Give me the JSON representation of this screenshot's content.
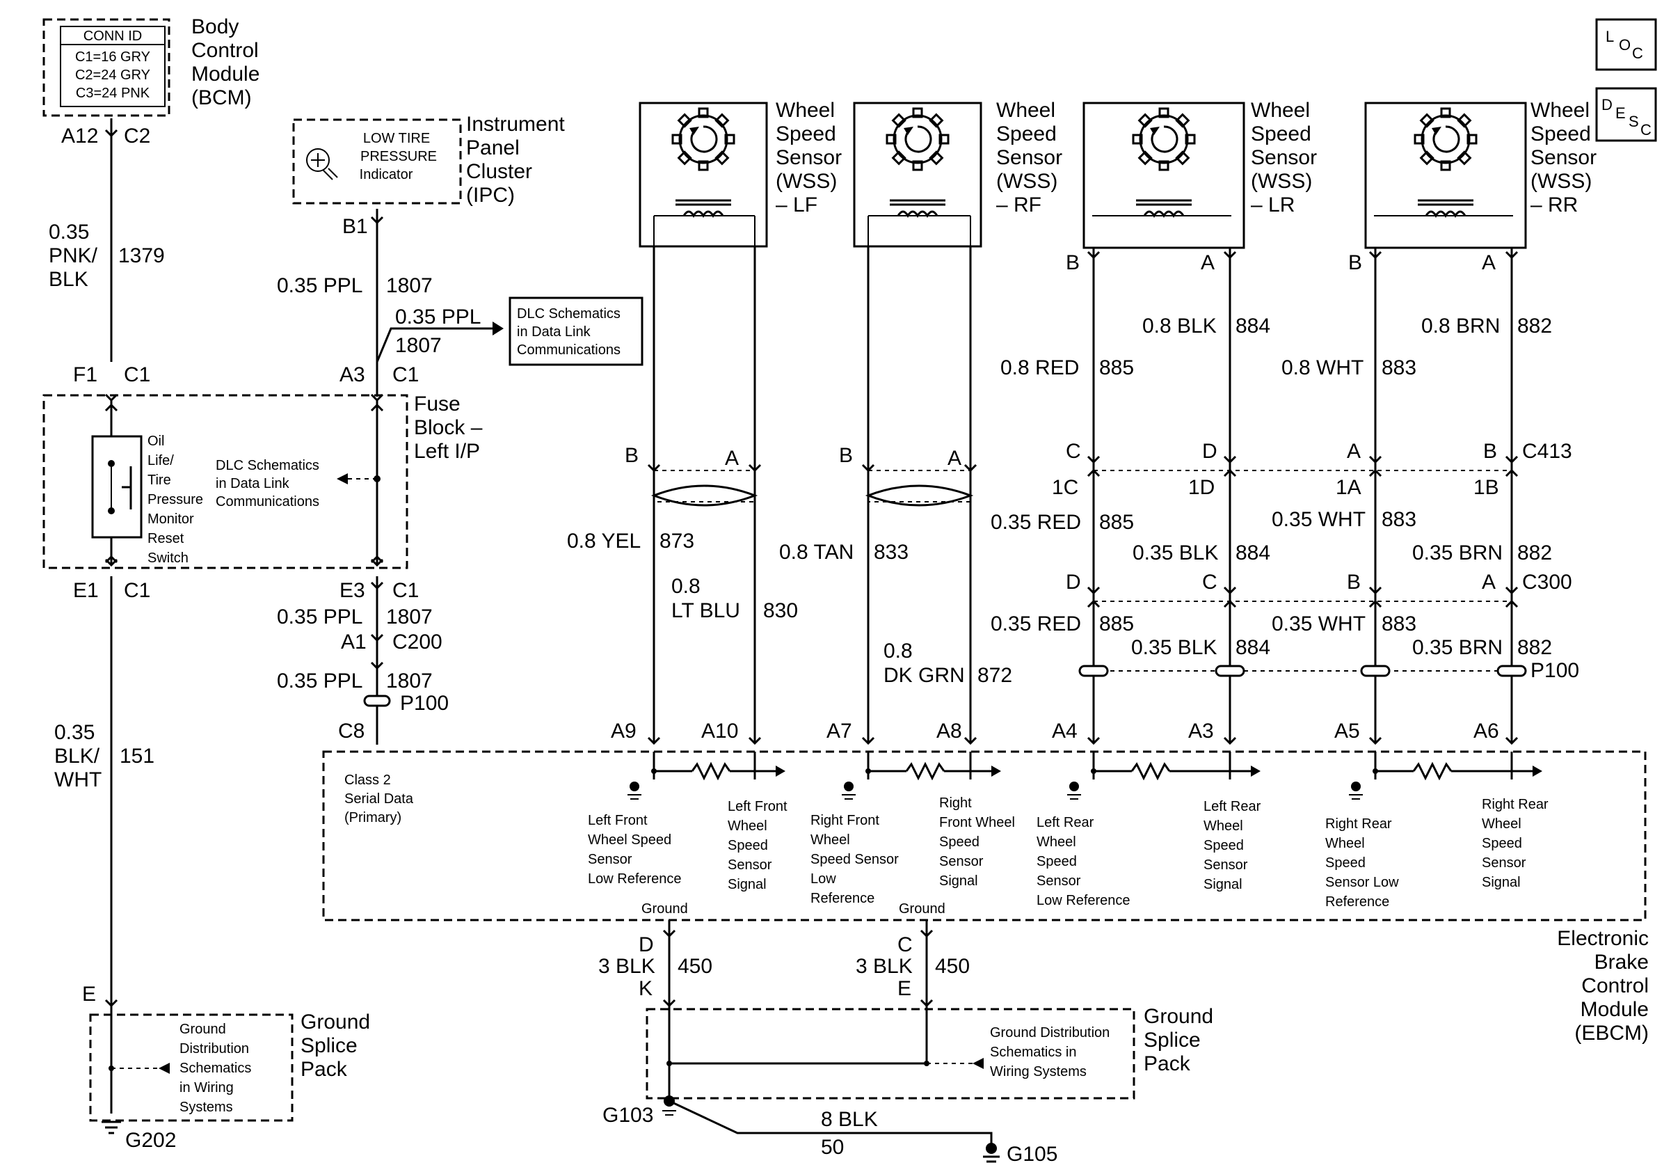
{
  "bcm": {
    "conn_id_title": "CONN ID",
    "conn_lines": [
      "C1=16 GRY",
      "C2=24 GRY",
      "C3=24 PNK"
    ],
    "name_lines": [
      "Body",
      "Control",
      "Module",
      "(BCM)"
    ],
    "pin_a12": "A12",
    "pin_c2": "C2"
  },
  "ipc": {
    "indicator_lines": [
      "LOW TIRE",
      "PRESSURE",
      "Indicator"
    ],
    "name_lines": [
      "Instrument",
      "Panel",
      "Cluster",
      "(IPC)"
    ],
    "pin_b1": "B1"
  },
  "loc_badge": {
    "big": "L",
    "mid": "O",
    "small": "C"
  },
  "desc_badge": {
    "big": "D",
    "mid": "E",
    "small2": "S",
    "small": "C"
  },
  "wire_1379": {
    "size": "0.35",
    "color_lines": [
      "PNK/",
      "BLK"
    ],
    "circuit": "1379"
  },
  "wire_1807_top": {
    "label": "0.35 PPL",
    "circuit": "1807"
  },
  "wire_1807_branch": {
    "label": "0.35 PPL",
    "circuit": "1807"
  },
  "dlc_box_top": [
    "DLC Schematics",
    "in Data Link",
    "Communications"
  ],
  "fuse_block": {
    "name_lines": [
      "Fuse",
      "Block –",
      "Left I/P"
    ],
    "pin_f1": "F1",
    "pin_c1_a": "C1",
    "pin_a3": "A3",
    "pin_c1_b": "C1",
    "pin_e1": "E1",
    "pin_c1_c": "C1",
    "pin_e3": "E3",
    "pin_c1_d": "C1",
    "switch_lines": [
      "Oil",
      "Life/",
      "Tire",
      "Pressure",
      "Monitor",
      "Reset",
      "Switch"
    ],
    "dlc_lines": [
      "DLC Schematics",
      "in Data Link",
      "Communications"
    ]
  },
  "wire_1807_mid": {
    "label": "0.35 PPL",
    "circuit": "1807",
    "pin_a1": "A1",
    "conn": "C200"
  },
  "wire_1807_low": {
    "label": "0.35 PPL",
    "circuit": "1807",
    "splice": "P100",
    "pin_c8": "C8"
  },
  "wire_151": {
    "size": "0.35",
    "color_lines": [
      "BLK/",
      "WHT"
    ],
    "circuit": "151",
    "pin_e": "E"
  },
  "ground_splice_left": {
    "text_lines": [
      "Ground",
      "Distribution",
      "Schematics",
      "in Wiring",
      "Systems"
    ],
    "name_lines": [
      "Ground",
      "Splice",
      "Pack"
    ],
    "ground": "G202"
  },
  "sensors": [
    {
      "name_lines": [
        "Wheel",
        "Speed",
        "Sensor",
        "(WSS)",
        "– LF"
      ]
    },
    {
      "name_lines": [
        "Wheel",
        "Speed",
        "Sensor",
        "(WSS)",
        "– RF"
      ]
    },
    {
      "name_lines": [
        "Wheel",
        "Speed",
        "Sensor",
        "(WSS)",
        "– LR"
      ],
      "pin_b": "B",
      "pin_a": "A"
    },
    {
      "name_lines": [
        "Wheel",
        "Speed",
        "Sensor",
        "(WSS)",
        "– RR"
      ],
      "pin_b": "B",
      "pin_a": "A"
    }
  ],
  "front_wires": {
    "lf_pin_b": "B",
    "lf_pin_a": "A",
    "rf_pin_b": "B",
    "rf_pin_a": "A",
    "w873": "0.8 YEL",
    "c873": "873",
    "w830_size": "0.8",
    "w830_color": "LT BLU",
    "c830": "830",
    "w833": "0.8 TAN",
    "c833": "833",
    "w872_size": "0.8",
    "w872_color": "DK GRN",
    "c872": "872"
  },
  "rear_wires": {
    "w884": "0.8 BLK",
    "c884": "884",
    "w885": "0.8 RED",
    "c885": "885",
    "w882": "0.8 BRN",
    "c882": "882",
    "w883": "0.8 WHT",
    "c883": "883",
    "c413_pins": [
      "C",
      "D",
      "A",
      "B"
    ],
    "c413": "C413",
    "c413_lower": [
      "1C",
      "1D",
      "1A",
      "1B"
    ],
    "w885b": "0.35 RED",
    "c885b": "885",
    "w884b": "0.35 BLK",
    "c884b": "884",
    "w883b": "0.35 WHT",
    "c883b": "883",
    "w882b": "0.35 BRN",
    "c882b": "882",
    "c300_pins": [
      "D",
      "C",
      "B",
      "A"
    ],
    "c300": "C300",
    "w885c": "0.35 RED",
    "c885c": "885",
    "w884c": "0.35 BLK",
    "c884c": "884",
    "w883c": "0.35 WHT",
    "c883c": "883",
    "w882c": "0.35 BRN",
    "c882c": "882",
    "splice": "P100"
  },
  "ebcm": {
    "pins": [
      "A9",
      "A10",
      "A7",
      "A8",
      "A4",
      "A3",
      "A5",
      "A6"
    ],
    "class2_lines": [
      "Class 2",
      "Serial Data",
      "(Primary)"
    ],
    "lf_low_lines": [
      "Left Front",
      "Wheel Speed",
      "Sensor",
      "Low Reference"
    ],
    "lf_sig_lines": [
      "Left Front",
      "Wheel",
      "Speed",
      "Sensor",
      "Signal"
    ],
    "rf_low_lines": [
      "Right Front",
      "Wheel",
      "Speed Sensor",
      "Low",
      "Reference"
    ],
    "rf_sig_lines": [
      "Right",
      "Front Wheel",
      "Speed",
      "Sensor",
      "Signal"
    ],
    "lr_low_lines": [
      "Left Rear",
      "Wheel",
      "Speed",
      "Sensor",
      "Low Reference"
    ],
    "lr_sig_lines": [
      "Left Rear",
      "Wheel",
      "Speed",
      "Sensor",
      "Signal"
    ],
    "rr_low_lines": [
      "Right Rear",
      "Wheel",
      "Speed",
      "Sensor Low",
      "Reference"
    ],
    "rr_sig_lines": [
      "Right Rear",
      "Wheel",
      "Speed",
      "Sensor",
      "Signal"
    ],
    "ground_a": "Ground",
    "ground_b": "Ground",
    "name_lines": [
      "Electronic",
      "Brake",
      "Control",
      "Module",
      "(EBCM)"
    ]
  },
  "ground_wires": {
    "pin_d": "D",
    "pin_k": "K",
    "w_a": "3 BLK",
    "c_a": "450",
    "pin_c": "C",
    "pin_e": "E",
    "w_b": "3 BLK",
    "c_b": "450"
  },
  "ground_splice_right": {
    "text_lines": [
      "Ground Distribution",
      "Schematics in",
      "Wiring Systems"
    ],
    "name_lines": [
      "Ground",
      "Splice",
      "Pack"
    ],
    "g103": "G103",
    "w8": "8 BLK",
    "c50": "50",
    "g105": "G105"
  }
}
